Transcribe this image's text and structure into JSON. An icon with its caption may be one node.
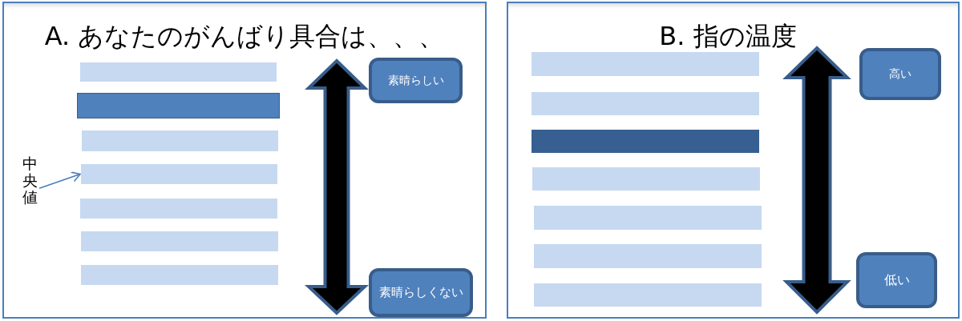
{
  "diagram": {
    "nodes": [
      {
        "text": [
          "A. あなたのがんばり具合は、、、"
        ]
      },
      {
        "text": [],
        "shape": "bar",
        "in": 0
      },
      {
        "text": [],
        "shape": "bar",
        "in": 0
      },
      {
        "text": [],
        "shape": "bar",
        "in": 0
      },
      {
        "text": [],
        "shape": "bar",
        "in": 0
      },
      {
        "text": [],
        "shape": "bar",
        "in": 0
      },
      {
        "text": [],
        "shape": "bar",
        "in": 0
      },
      {
        "text": [],
        "shape": "bar",
        "in": 0
      },
      {
        "text": [
          "素晴らしい"
        ],
        "in": 0
      },
      {
        "text": [
          "素晴らしくない"
        ],
        "in": 0
      },
      {
        "text": [
          "中央値"
        ],
        "in": 0
      },
      {
        "text": [
          "B. 指の温度"
        ]
      },
      {
        "text": [],
        "shape": "bar",
        "in": 11
      },
      {
        "text": [],
        "shape": "bar",
        "in": 11
      },
      {
        "text": [],
        "shape": "bar",
        "in": 11
      },
      {
        "text": [],
        "shape": "bar",
        "in": 11
      },
      {
        "text": [],
        "shape": "bar",
        "in": 11
      },
      {
        "text": [],
        "shape": "bar",
        "in": 11
      },
      {
        "text": [],
        "shape": "bar",
        "in": 11
      },
      {
        "text": [
          "高い"
        ],
        "in": 11
      },
      {
        "text": [
          "低い"
        ],
        "in": 11
      }
    ],
    "edges": [
      {
        "from": 10,
        "to": 4,
        "arrow": "to"
      }
    ]
  }
}
